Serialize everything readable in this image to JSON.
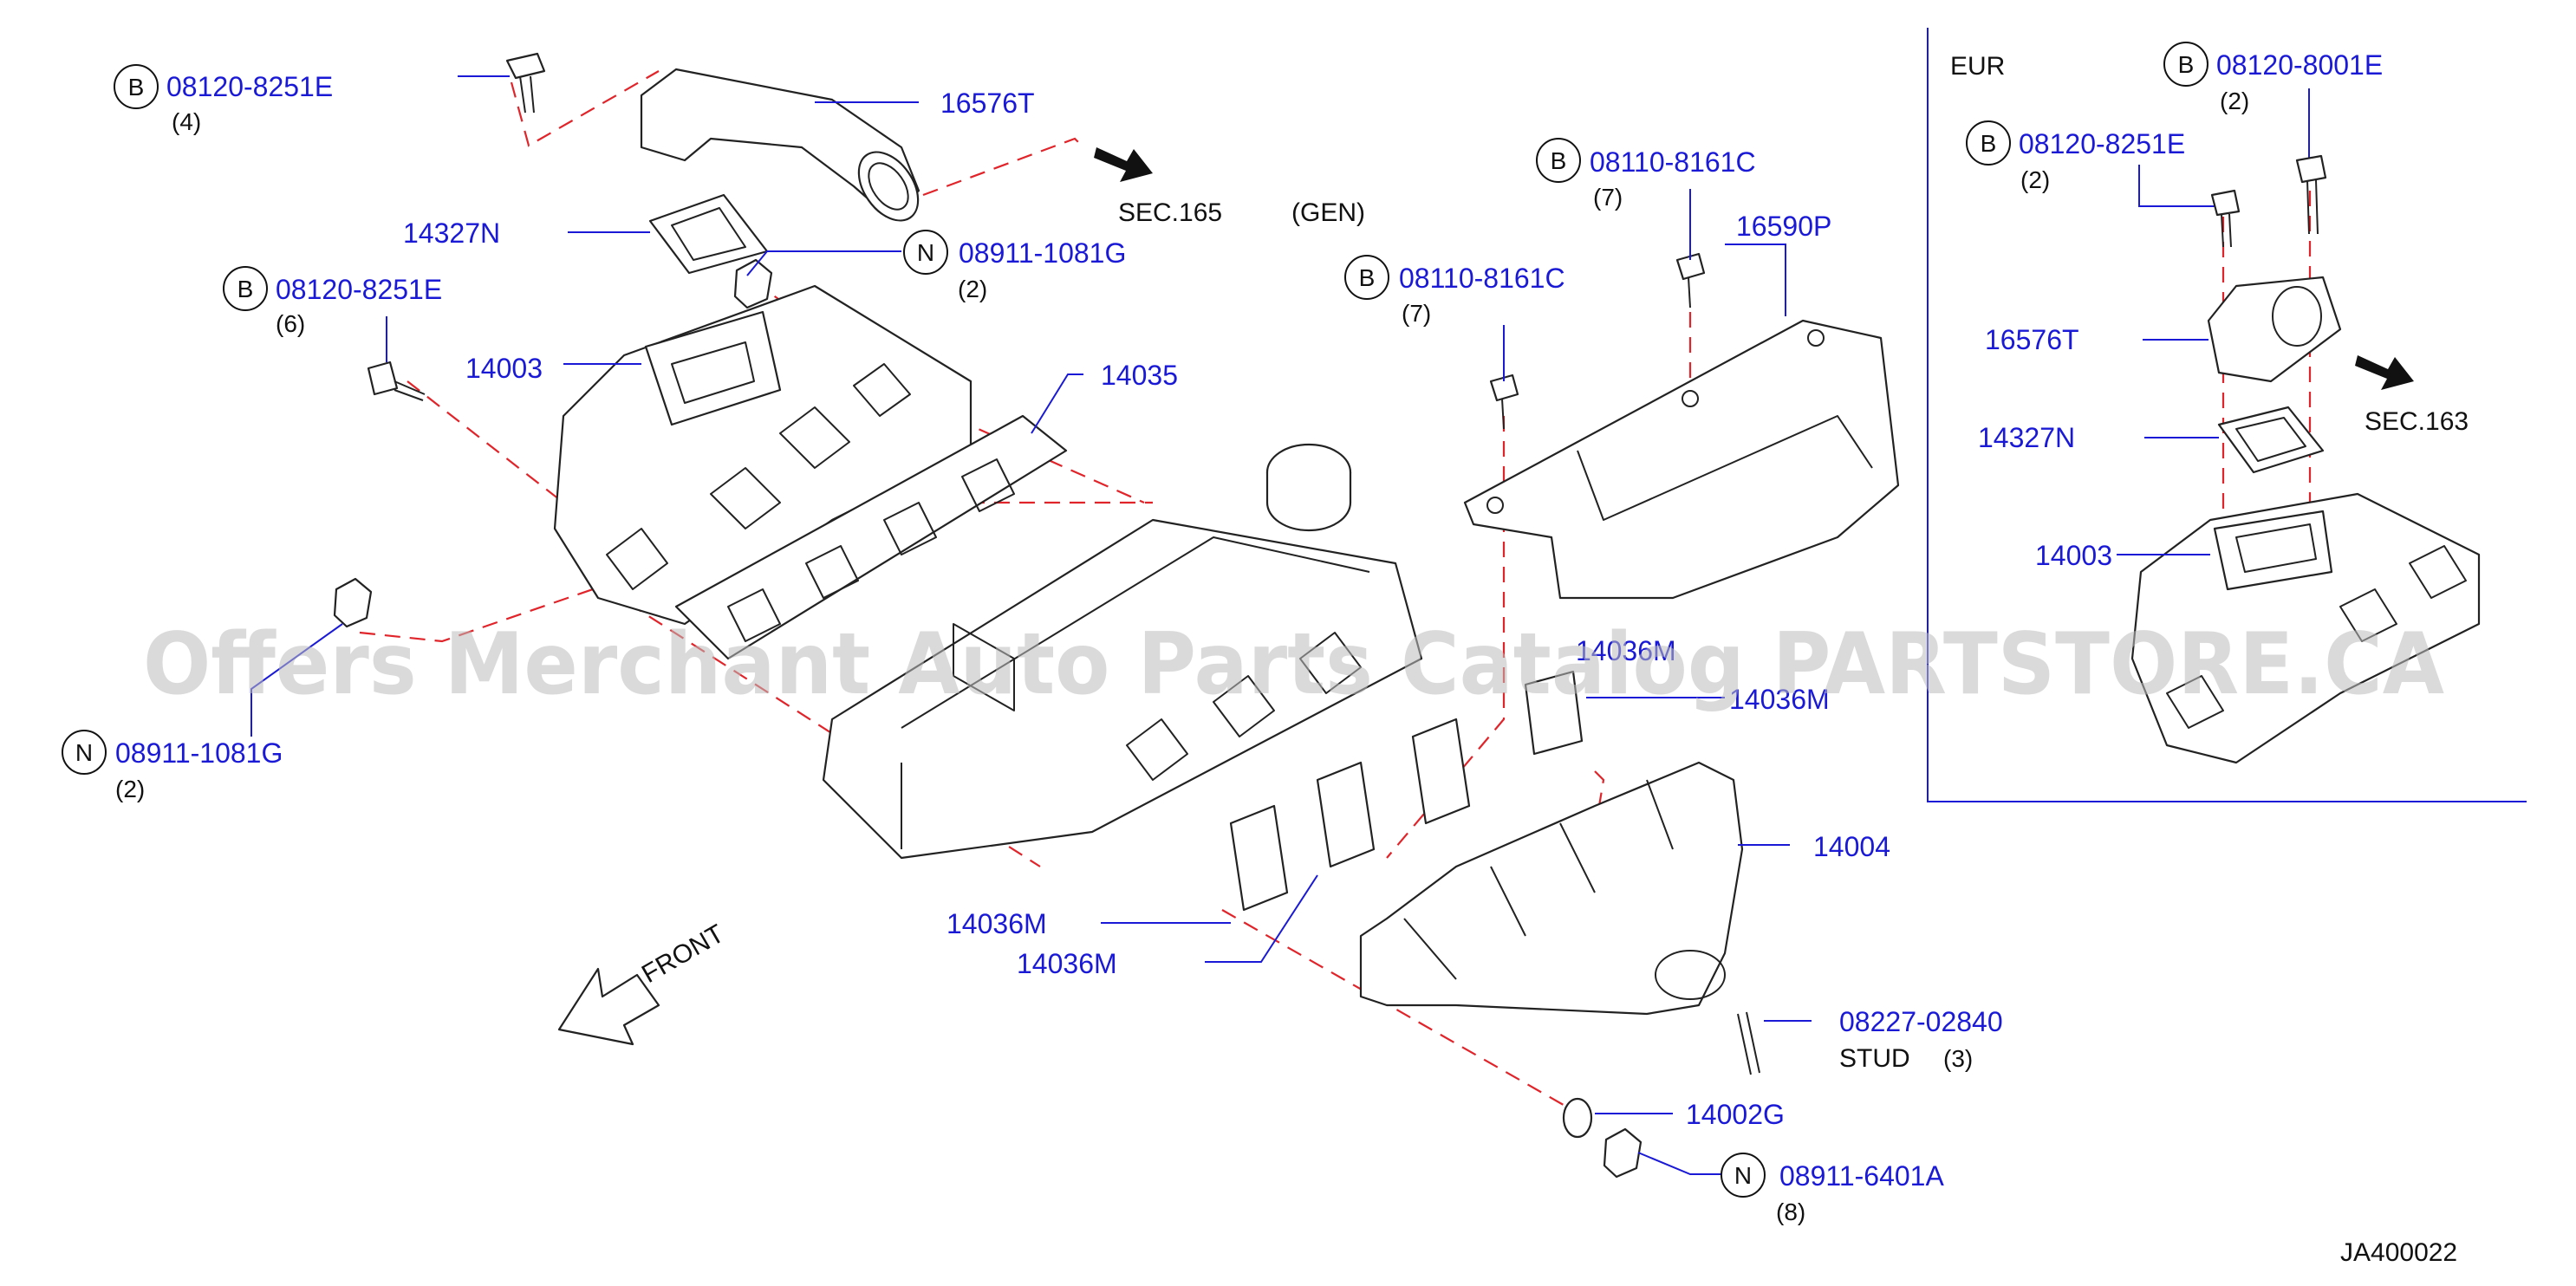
{
  "diagram": {
    "watermark": "Offers Merchant Auto Parts Catalog PARTSTORE.CA",
    "diagram_code": "JA400022",
    "front_label": "FRONT",
    "gen_label": "(GEN)",
    "sec_165": "SEC.165",
    "inset": {
      "title": "EUR",
      "sec_163": "SEC.163",
      "bolt_a": {
        "badge": "B",
        "number": "08120-8001E",
        "qty": "(2)"
      },
      "bolt_b": {
        "badge": "B",
        "number": "08120-8251E",
        "qty": "(2)"
      },
      "pipe": "16576T",
      "gasket": "14327N",
      "manifold": "14003"
    },
    "callouts": {
      "bolt_top": {
        "badge": "B",
        "number": "08120-8251E",
        "qty": "(4)"
      },
      "pipe": "16576T",
      "gasket_14327n": "14327N",
      "nut_top": {
        "badge": "N",
        "number": "08911-1081G",
        "qty": "(2)"
      },
      "bolt_left": {
        "badge": "B",
        "number": "08120-8251E",
        "qty": "(6)"
      },
      "intake_manifold": "14003",
      "intake_gasket": "14035",
      "nut_left": {
        "badge": "N",
        "number": "08911-1081G",
        "qty": "(2)"
      },
      "heat_bolt_a": {
        "badge": "B",
        "number": "08110-8161C",
        "qty": "(7)"
      },
      "heat_bolt_b": {
        "badge": "B",
        "number": "08110-8161C",
        "qty": "(7)"
      },
      "heat_shield": "16590P",
      "exh_gasket_hidden": "14036M",
      "exh_gasket_right": "14036M",
      "exhaust_manifold": "14004",
      "exh_gasket_lower1": "14036M",
      "exh_gasket_lower2": "14036M",
      "stud": {
        "number": "08227-02840",
        "label": "STUD",
        "qty": "(3)"
      },
      "washer": "14002G",
      "nut_bottom": {
        "badge": "N",
        "number": "08911-6401A",
        "qty": "(8)"
      }
    }
  }
}
